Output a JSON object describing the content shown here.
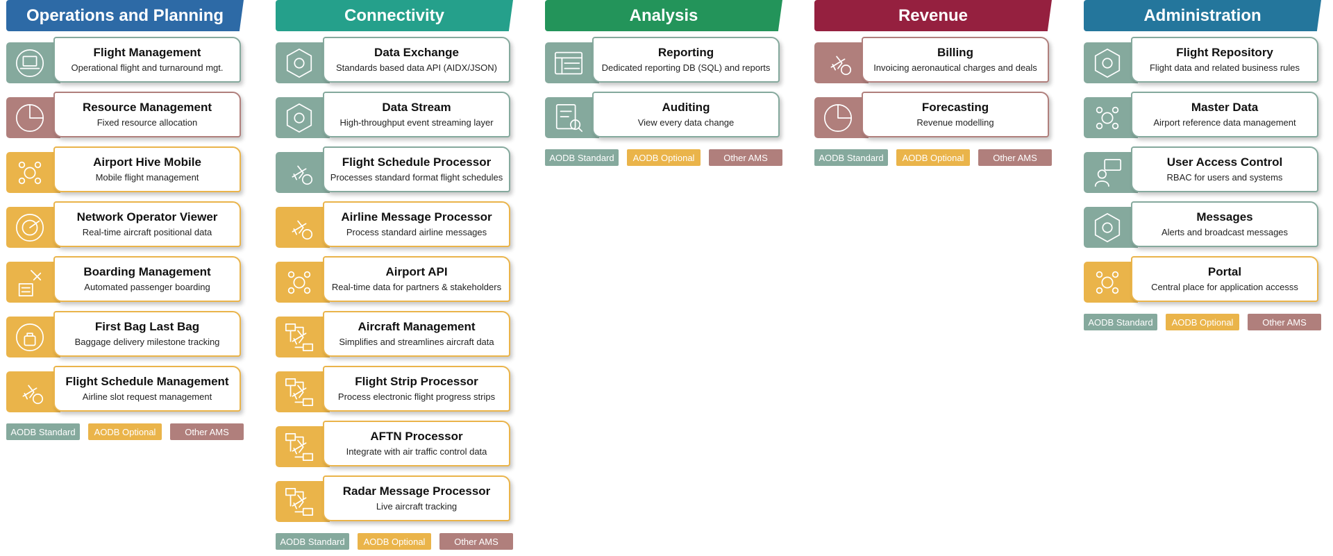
{
  "colors": {
    "standard": "#85a99d",
    "optional": "#eab44a",
    "other": "#b07f7c"
  },
  "legend": {
    "standard": "AODB Standard",
    "optional": "AODB Optional",
    "other": "Other AMS"
  },
  "columns": [
    {
      "title": "Operations and Planning",
      "color": "#2d6aa6",
      "tiles": [
        {
          "title": "Flight Management",
          "desc": "Operational flight and turnaround mgt.",
          "type": "standard",
          "icon": "laptop-flight-icon"
        },
        {
          "title": "Resource Management",
          "desc": "Fixed resource allocation",
          "type": "other",
          "icon": "pie-chart-icon"
        },
        {
          "title": "Airport Hive Mobile",
          "desc": "Mobile flight management",
          "type": "optional",
          "icon": "mobile-network-icon"
        },
        {
          "title": "Network Operator Viewer",
          "desc": "Real-time aircraft positional data",
          "type": "optional",
          "icon": "radar-icon"
        },
        {
          "title": "Boarding Management",
          "desc": "Automated passenger boarding",
          "type": "optional",
          "icon": "boarding-gate-icon"
        },
        {
          "title": "First Bag Last Bag",
          "desc": "Baggage delivery milestone tracking",
          "type": "optional",
          "icon": "baggage-icon"
        },
        {
          "title": "Flight Schedule Management",
          "desc": "Airline slot request management",
          "type": "optional",
          "icon": "plane-globe-icon"
        }
      ]
    },
    {
      "title": "Connectivity",
      "color": "#25a08b",
      "tiles": [
        {
          "title": "Data Exchange",
          "desc": "Standards based data API (AIDX/JSON)",
          "type": "standard",
          "icon": "exchange-hexagon-icon"
        },
        {
          "title": "Data Stream",
          "desc": "High-throughput event streaming layer",
          "type": "standard",
          "icon": "stream-hexagon-icon"
        },
        {
          "title": "Flight Schedule Processor",
          "desc": "Processes standard format flight schedules",
          "type": "standard",
          "icon": "plane-clock-icon"
        },
        {
          "title": "Airline Message Processor",
          "desc": "Process standard airline messages",
          "type": "optional",
          "icon": "plane-message-icon"
        },
        {
          "title": "Airport API",
          "desc": "Real-time data for partners & stakeholders",
          "type": "optional",
          "icon": "api-network-icon"
        },
        {
          "title": "Aircraft Management",
          "desc": "Simplifies and streamlines aircraft data",
          "type": "optional",
          "icon": "aircraft-flow-icon"
        },
        {
          "title": "Flight Strip Processor",
          "desc": "Process electronic flight progress strips",
          "type": "optional",
          "icon": "flight-strip-icon"
        },
        {
          "title": "AFTN Processor",
          "desc": "Integrate with air traffic control data",
          "type": "optional",
          "icon": "aftn-flow-icon"
        },
        {
          "title": "Radar Message Processor",
          "desc": "Live aircraft tracking",
          "type": "optional",
          "icon": "radar-flow-icon"
        }
      ]
    },
    {
      "title": "Analysis",
      "color": "#23945a",
      "tiles": [
        {
          "title": "Reporting",
          "desc": "Dedicated reporting DB (SQL) and reports",
          "type": "standard",
          "icon": "report-dashboard-icon"
        },
        {
          "title": "Auditing",
          "desc": "View every data change",
          "type": "standard",
          "icon": "checklist-search-icon"
        }
      ]
    },
    {
      "title": "Revenue",
      "color": "#95203f",
      "tiles": [
        {
          "title": "Billing",
          "desc": "Invoicing aeronautical charges and deals",
          "type": "other",
          "icon": "invoice-plane-icon"
        },
        {
          "title": "Forecasting",
          "desc": "Revenue modelling",
          "type": "other",
          "icon": "forecast-chart-icon"
        }
      ]
    },
    {
      "title": "Administration",
      "color": "#24769c",
      "tiles": [
        {
          "title": "Flight Repository",
          "desc": "Flight data and related business rules",
          "type": "standard",
          "icon": "plane-hexagon-icon"
        },
        {
          "title": "Master Data",
          "desc": "Airport reference data management",
          "type": "standard",
          "icon": "gear-network-icon"
        },
        {
          "title": "User Access Control",
          "desc": "RBAC for users and systems",
          "type": "standard",
          "icon": "user-monitor-icon"
        },
        {
          "title": "Messages",
          "desc": "Alerts and broadcast messages",
          "type": "standard",
          "icon": "alert-hexagon-icon"
        },
        {
          "title": "Portal",
          "desc": "Central place for application accesss",
          "type": "optional",
          "icon": "portal-network-icon"
        }
      ]
    }
  ]
}
